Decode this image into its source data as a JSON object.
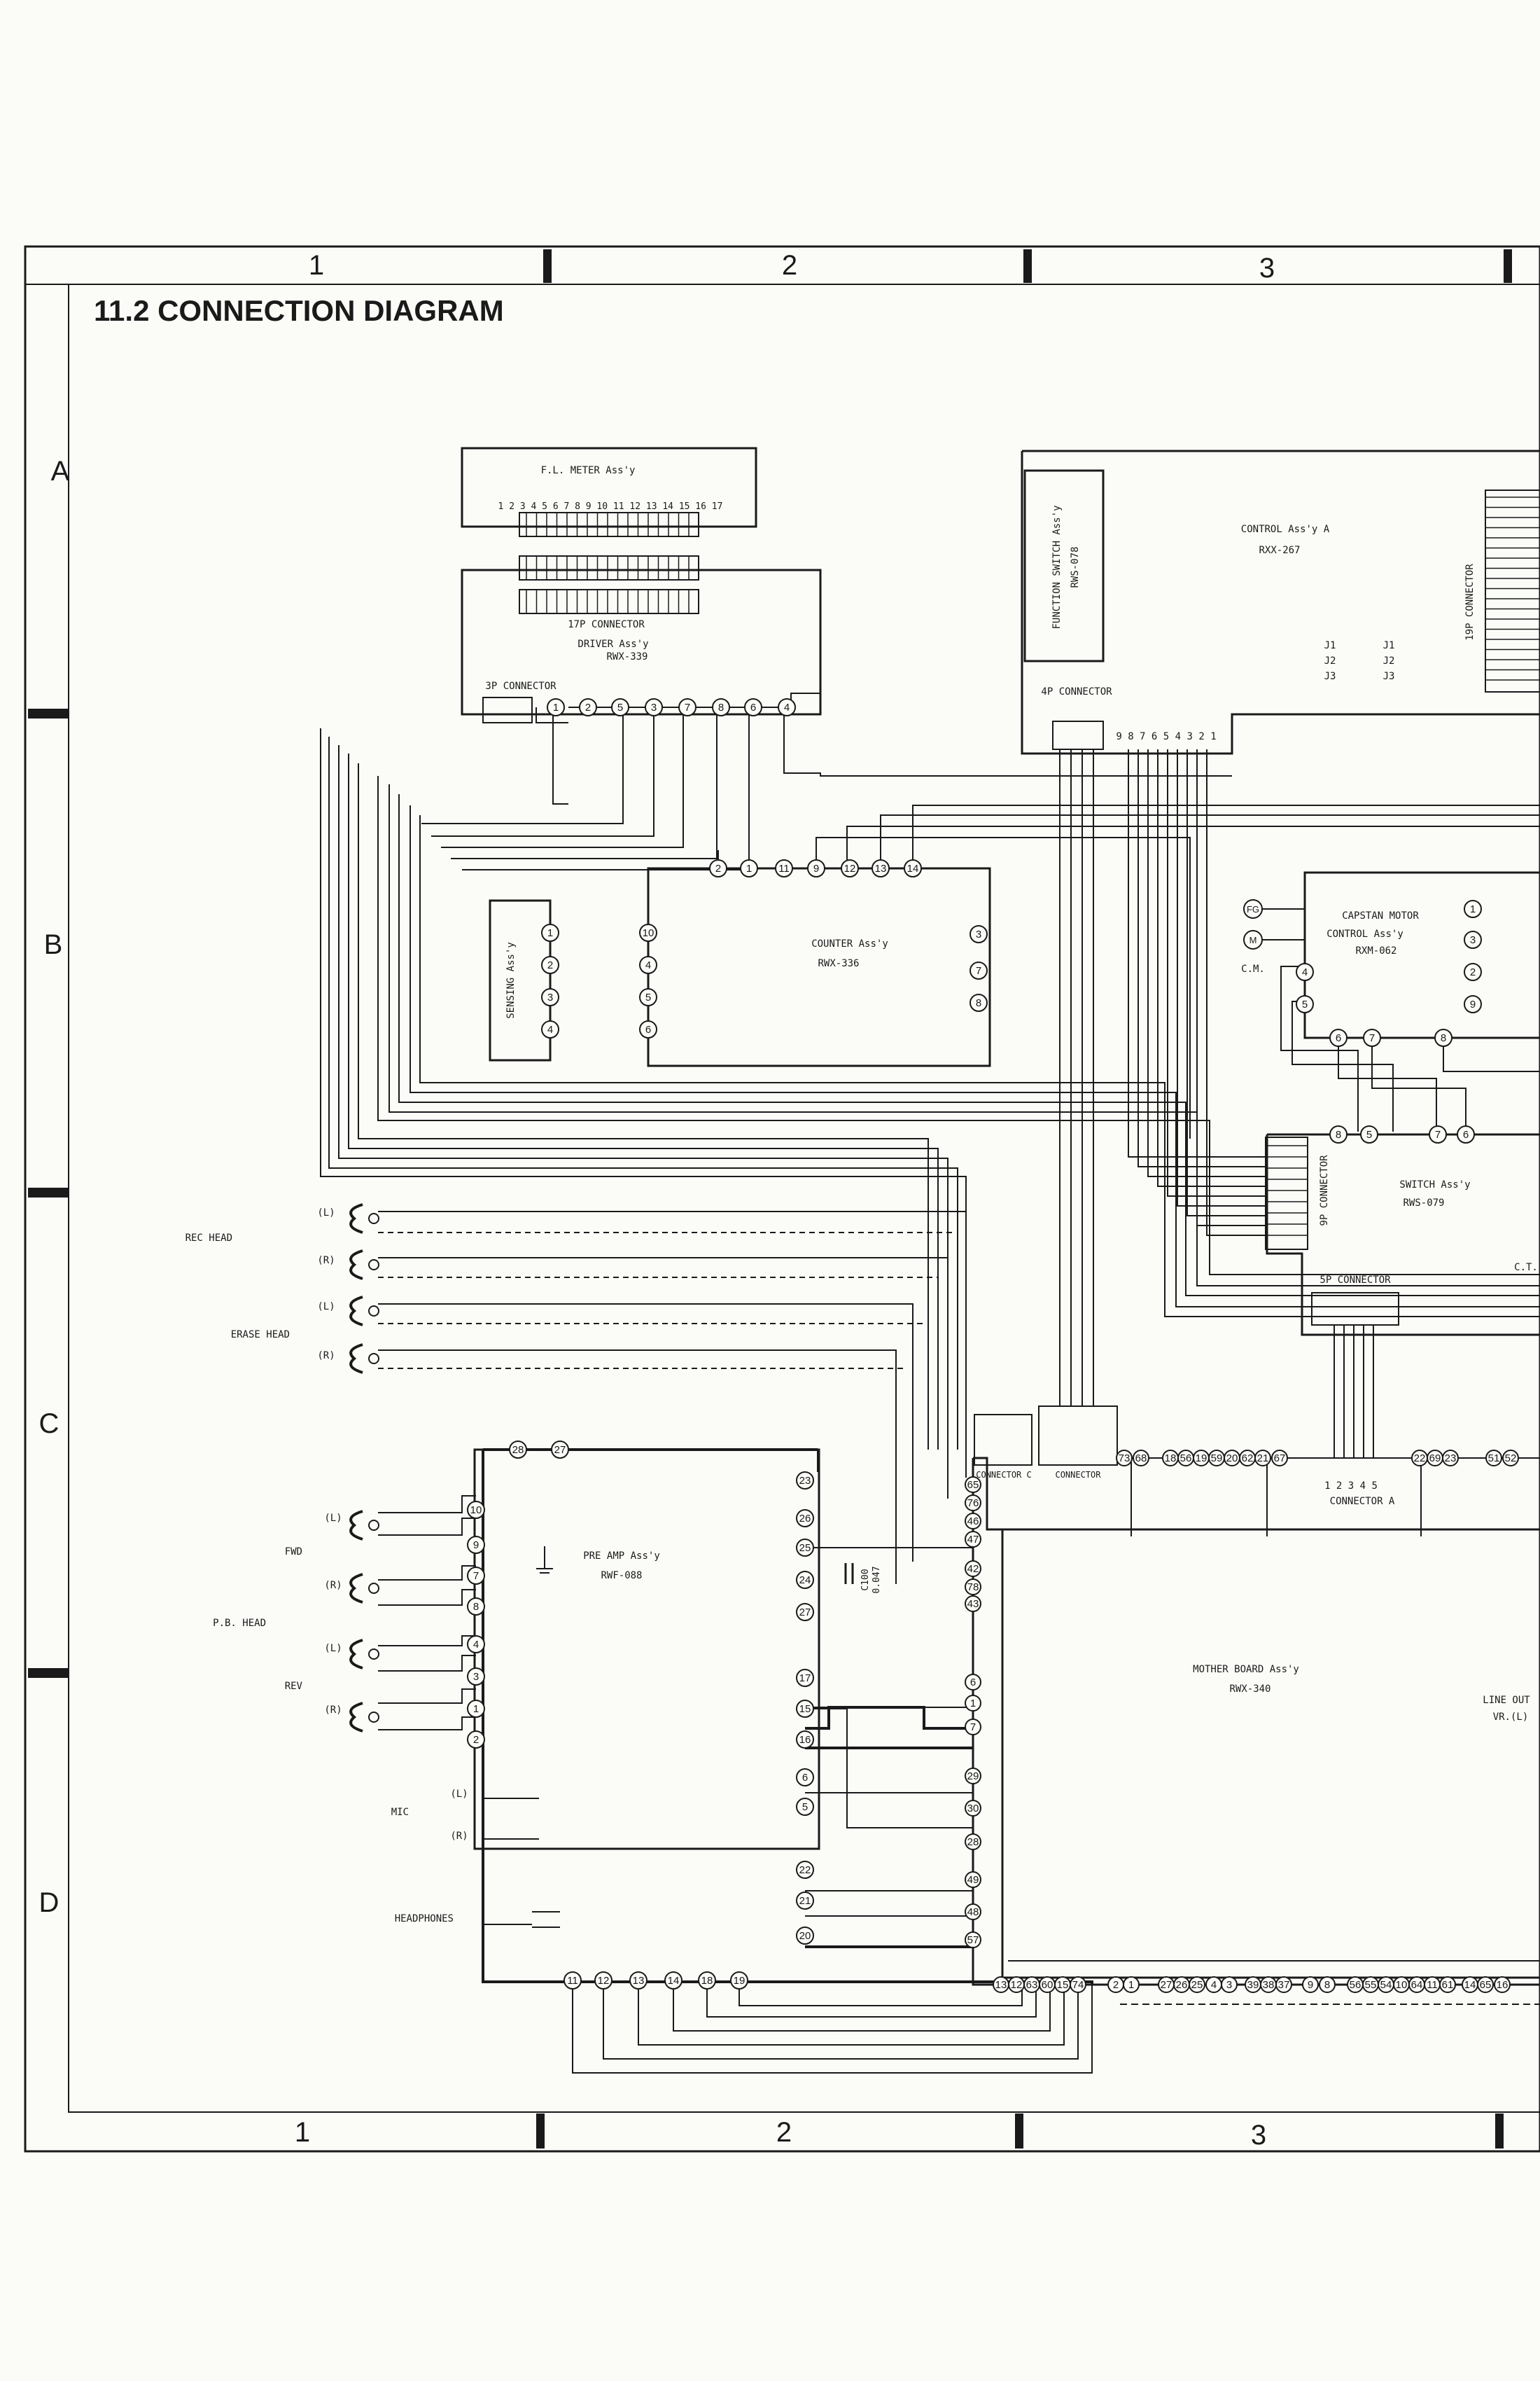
{
  "title": "11.2 CONNECTION DIAGRAM",
  "grid": {
    "columns": [
      "1",
      "2",
      "3"
    ],
    "rows": [
      "A",
      "B",
      "C",
      "D"
    ]
  },
  "blocks": {
    "fl_meter": {
      "name": "F.L. METER Ass'y",
      "pins": "1 2 3 4 5 6 7 8 9 10 11 12 13 14 15 16 17"
    },
    "driver": {
      "connector": "17P CONNECTOR",
      "name": "DRIVER Ass'y",
      "part": "RWX-339",
      "conn3p": "3P CONNECTOR"
    },
    "control": {
      "name": "CONTROL Ass'y A",
      "part": "RXX-267",
      "conn4p": "4P CONNECTOR",
      "conn19p": "19P CONNECTOR",
      "j1": "J1",
      "j2": "J2",
      "j3": "J3",
      "pins": "9 8 7 6 5 4 3 2 1"
    },
    "function_switch": {
      "name": "FUNCTION SWITCH Ass'y",
      "part": "RWS-078"
    },
    "counter": {
      "name": "COUNTER Ass'y",
      "part": "RWX-336"
    },
    "sensing": {
      "name": "SENSING Ass'y"
    },
    "capstan": {
      "name": "CAPSTAN MOTOR CONTROL Ass'y",
      "line1": "CAPSTAN MOTOR",
      "line2": "CONTROL Ass'y",
      "part": "RXM-062",
      "fg": "FG",
      "m": "M",
      "cm": "C.M."
    },
    "switch": {
      "name": "SWITCH Ass'y",
      "part": "RWS-079",
      "conn9p": "9P CONNECTOR",
      "conn5p": "5P CONNECTOR",
      "ct": "C.T."
    },
    "preamp": {
      "name": "PRE AMP Ass'y",
      "part": "RWF-088",
      "cap_name": "C100",
      "cap_value": "0.047"
    },
    "mother": {
      "name": "MOTHER BOARD Ass'y",
      "part": "RWX-340",
      "line_out": "LINE OUT",
      "vr": "VR.(L)",
      "conn_a": "CONNECTOR A",
      "conn_a_pins": "1 2 3 4 5",
      "conn_c": "CONNECTOR C",
      "conn_d": "CONNECTOR"
    }
  },
  "heads": {
    "rec": "REC HEAD",
    "erase": "ERASE HEAD",
    "pb": "P.B. HEAD",
    "fwd": "FWD",
    "rev": "REV",
    "mic": "MIC",
    "headphones": "HEADPHONES",
    "left": "(L)",
    "right": "(R)"
  },
  "nodes": {
    "driver_row": [
      "1",
      "2",
      "5",
      "3",
      "7",
      "8",
      "6",
      "4"
    ],
    "counter_top": [
      "2",
      "1",
      "11",
      "9",
      "12",
      "13",
      "14"
    ],
    "counter_left": [
      "10",
      "4",
      "5",
      "6"
    ],
    "counter_right": [
      "3",
      "7",
      "8"
    ],
    "sensing": [
      "1",
      "2",
      "3",
      "4"
    ],
    "capstan_left": [
      "4",
      "5"
    ],
    "capstan_bottom": [
      "6",
      "7",
      "8"
    ],
    "capstan_right": [
      "1",
      "3",
      "2",
      "9"
    ],
    "switch_top": [
      "8",
      "5",
      "7",
      "6"
    ],
    "mother_top": [
      "73",
      "68",
      "18",
      "56",
      "19",
      "59",
      "20",
      "62",
      "21",
      "67",
      "22",
      "69",
      "23",
      "51",
      "52"
    ],
    "mother_left": [
      "65",
      "76",
      "46",
      "47",
      "42",
      "78",
      "43",
      "6",
      "1",
      "7",
      "29",
      "30",
      "28",
      "49",
      "48",
      "57"
    ],
    "mother_bottom": [
      "13",
      "12",
      "63",
      "60",
      "15",
      "74",
      "2",
      "1",
      "27",
      "26",
      "25",
      "4",
      "3",
      "39",
      "38",
      "37",
      "9",
      "8",
      "56",
      "55",
      "54",
      "10",
      "64",
      "11",
      "61",
      "14",
      "65",
      "16"
    ],
    "preamp_top": [
      "28",
      "27"
    ],
    "preamp_left": [
      "10",
      "9",
      "7",
      "8",
      "4",
      "3",
      "1",
      "2"
    ],
    "preamp_right": [
      "23",
      "26",
      "25",
      "24",
      "27",
      "17",
      "15",
      "16",
      "6",
      "5",
      "22",
      "21",
      "20"
    ],
    "preamp_bottom": [
      "11",
      "12",
      "13",
      "14",
      "18",
      "19"
    ]
  }
}
